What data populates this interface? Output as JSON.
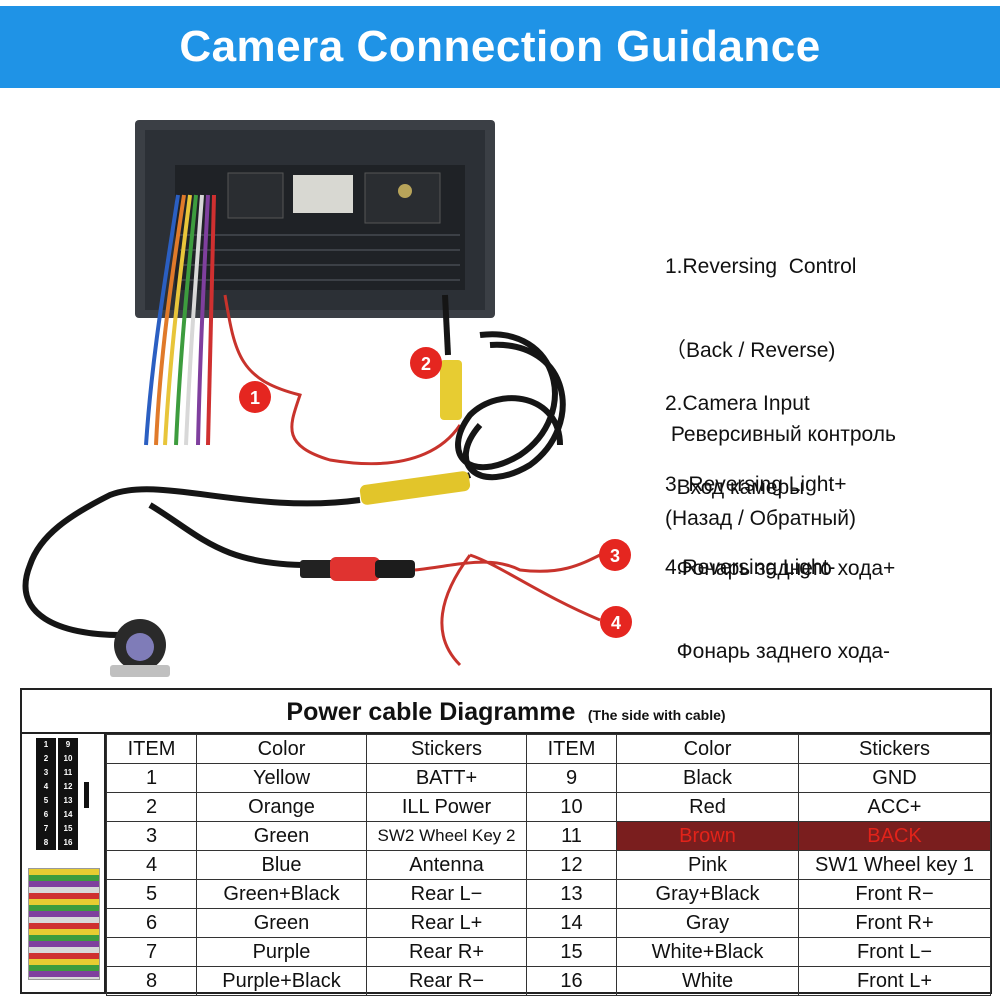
{
  "header": {
    "title": "Camera Connection Guidance"
  },
  "callouts": [
    "1",
    "2",
    "3",
    "4"
  ],
  "legend": [
    {
      "number": "1",
      "lines": [
        "1.Reversing  Control",
        "（Back / Reverse)",
        " Реверсивный контроль",
        "(Назад / Обратный)"
      ]
    },
    {
      "number": "2",
      "lines": [
        "2.Camera Input",
        "  Вход камеры"
      ]
    },
    {
      "number": "3",
      "lines": [
        "3. Reversing Light+",
        "  Фонарь заднего хода+"
      ]
    },
    {
      "number": "4",
      "lines": [
        "4.Reversing Light-",
        "  Фонарь заднего хода-"
      ]
    }
  ],
  "table": {
    "title": "Power cable Diagramme",
    "subtitle": "(The side with cable)",
    "headers": [
      "ITEM",
      "Color",
      "Stickers",
      "ITEM",
      "Color",
      "Stickers"
    ],
    "rows": [
      [
        "1",
        "Yellow",
        "BATT+",
        "9",
        "Black",
        "GND"
      ],
      [
        "2",
        "Orange",
        "ILL Power",
        "10",
        "Red",
        "ACC+"
      ],
      [
        "3",
        "Green",
        "SW2 Wheel Key 2",
        "11",
        "Brown",
        "BACK"
      ],
      [
        "4",
        "Blue",
        "Antenna",
        "12",
        "Pink",
        "SW1 Wheel key 1"
      ],
      [
        "5",
        "Green+Black",
        "Rear L−",
        "13",
        "Gray+Black",
        "Front R−"
      ],
      [
        "6",
        "Green",
        "Rear L+",
        "14",
        "Gray",
        "Front R+"
      ],
      [
        "7",
        "Purple",
        "Rear R+",
        "15",
        "White+Black",
        "Front L−"
      ],
      [
        "8",
        "Purple+Black",
        "Rear R−",
        "16",
        "White",
        "Front L+"
      ]
    ],
    "connector_pins": [
      [
        "1",
        "9"
      ],
      [
        "2",
        "10"
      ],
      [
        "3",
        "11"
      ],
      [
        "4",
        "12"
      ],
      [
        "5",
        "13"
      ],
      [
        "6",
        "14"
      ],
      [
        "7",
        "15"
      ],
      [
        "8",
        "16"
      ]
    ]
  },
  "colors": {
    "banner": "#1f93e6",
    "callout": "#e52620",
    "highlight_bg": "#7a1e1e",
    "highlight_text": "#e2231a"
  }
}
